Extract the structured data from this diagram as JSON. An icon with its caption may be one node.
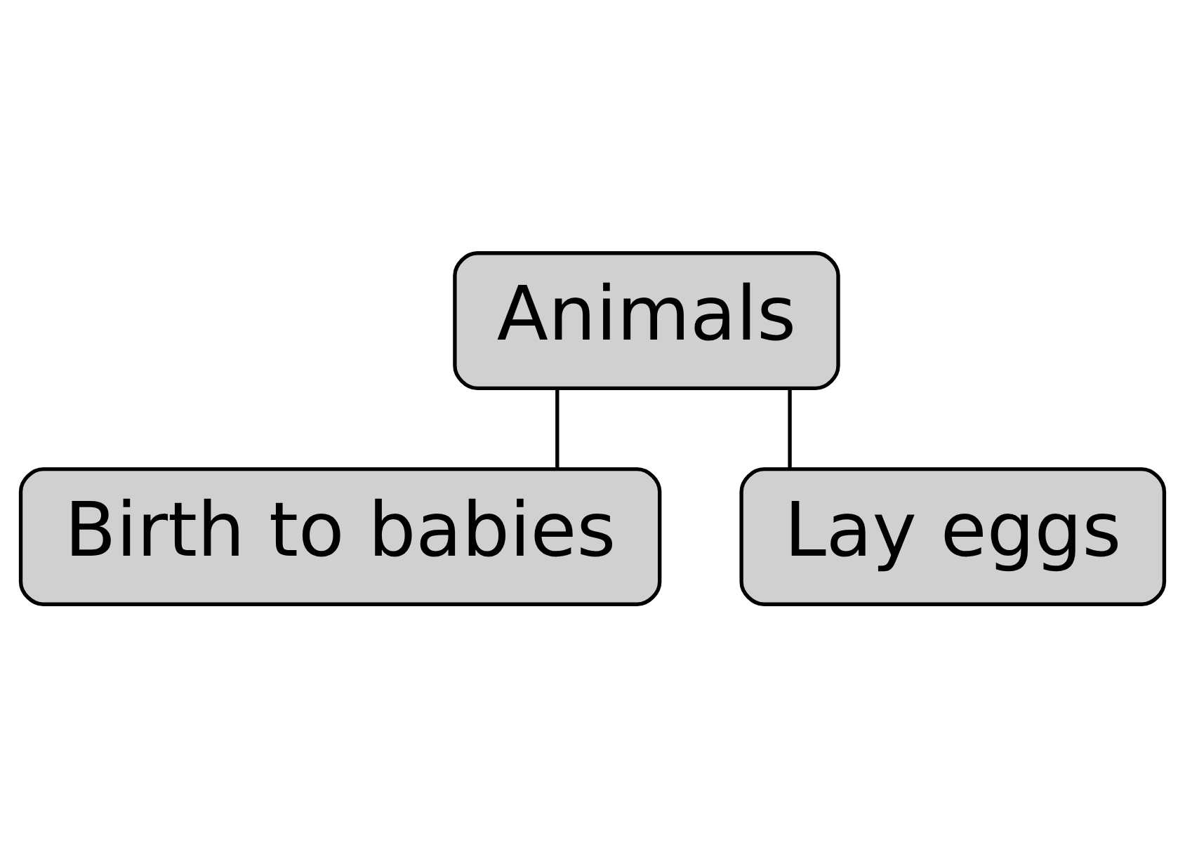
{
  "diagram": {
    "nodes": [
      {
        "text": [
          "Animals"
        ]
      },
      {
        "text": [
          "Birth to babies"
        ]
      },
      {
        "text": [
          "Lay eggs"
        ]
      }
    ],
    "edges": [
      {
        "from": 0,
        "to": 1,
        "arrow": "none"
      },
      {
        "from": 0,
        "to": 2,
        "arrow": "none"
      }
    ]
  }
}
